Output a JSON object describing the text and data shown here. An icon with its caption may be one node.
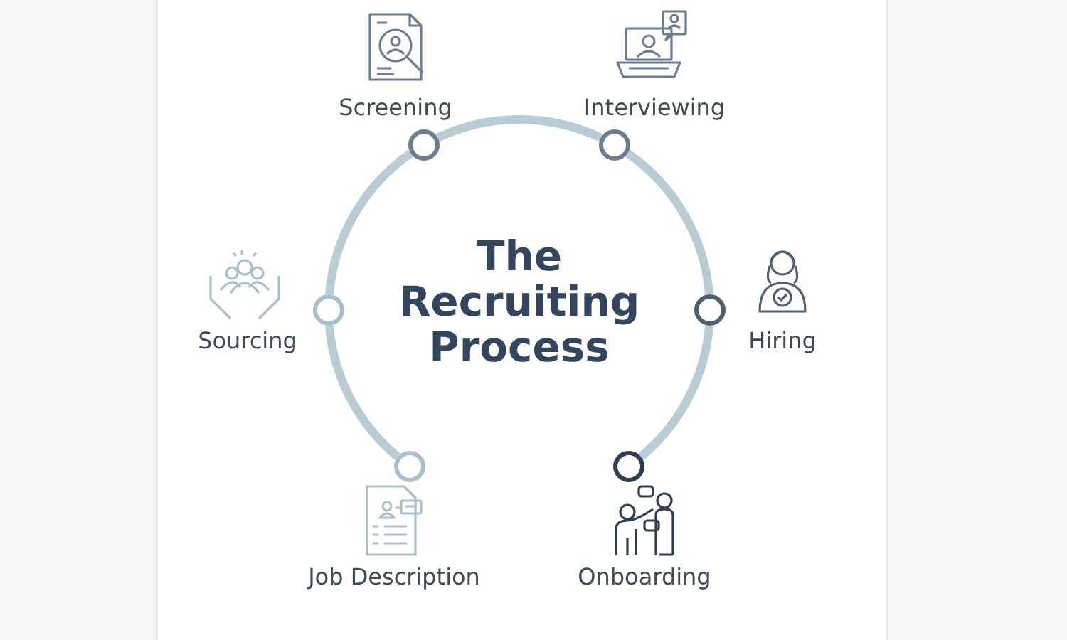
{
  "diagram": {
    "title": "The Recruiting Process",
    "nodes": [
      {
        "text": [],
        "shape": "circle",
        "beside": [
          "Screening"
        ]
      },
      {
        "text": [],
        "shape": "circle",
        "beside": [
          "Interviewing"
        ]
      },
      {
        "text": [],
        "shape": "circle",
        "beside": [
          "Sourcing"
        ]
      },
      {
        "text": [],
        "shape": "circle",
        "beside": [
          "Hiring"
        ]
      },
      {
        "text": [],
        "shape": "circle",
        "beside": [
          "Job Description"
        ]
      },
      {
        "text": [],
        "shape": "circle",
        "beside": [
          "Onboarding"
        ]
      }
    ],
    "edges": [
      {
        "from": 4,
        "to": 2,
        "arrow": "none"
      },
      {
        "from": 2,
        "to": 0,
        "arrow": "none"
      },
      {
        "from": 0,
        "to": 1,
        "arrow": "none"
      },
      {
        "from": 1,
        "to": 3,
        "arrow": "none"
      },
      {
        "from": 3,
        "to": 5,
        "arrow": "none"
      }
    ]
  }
}
